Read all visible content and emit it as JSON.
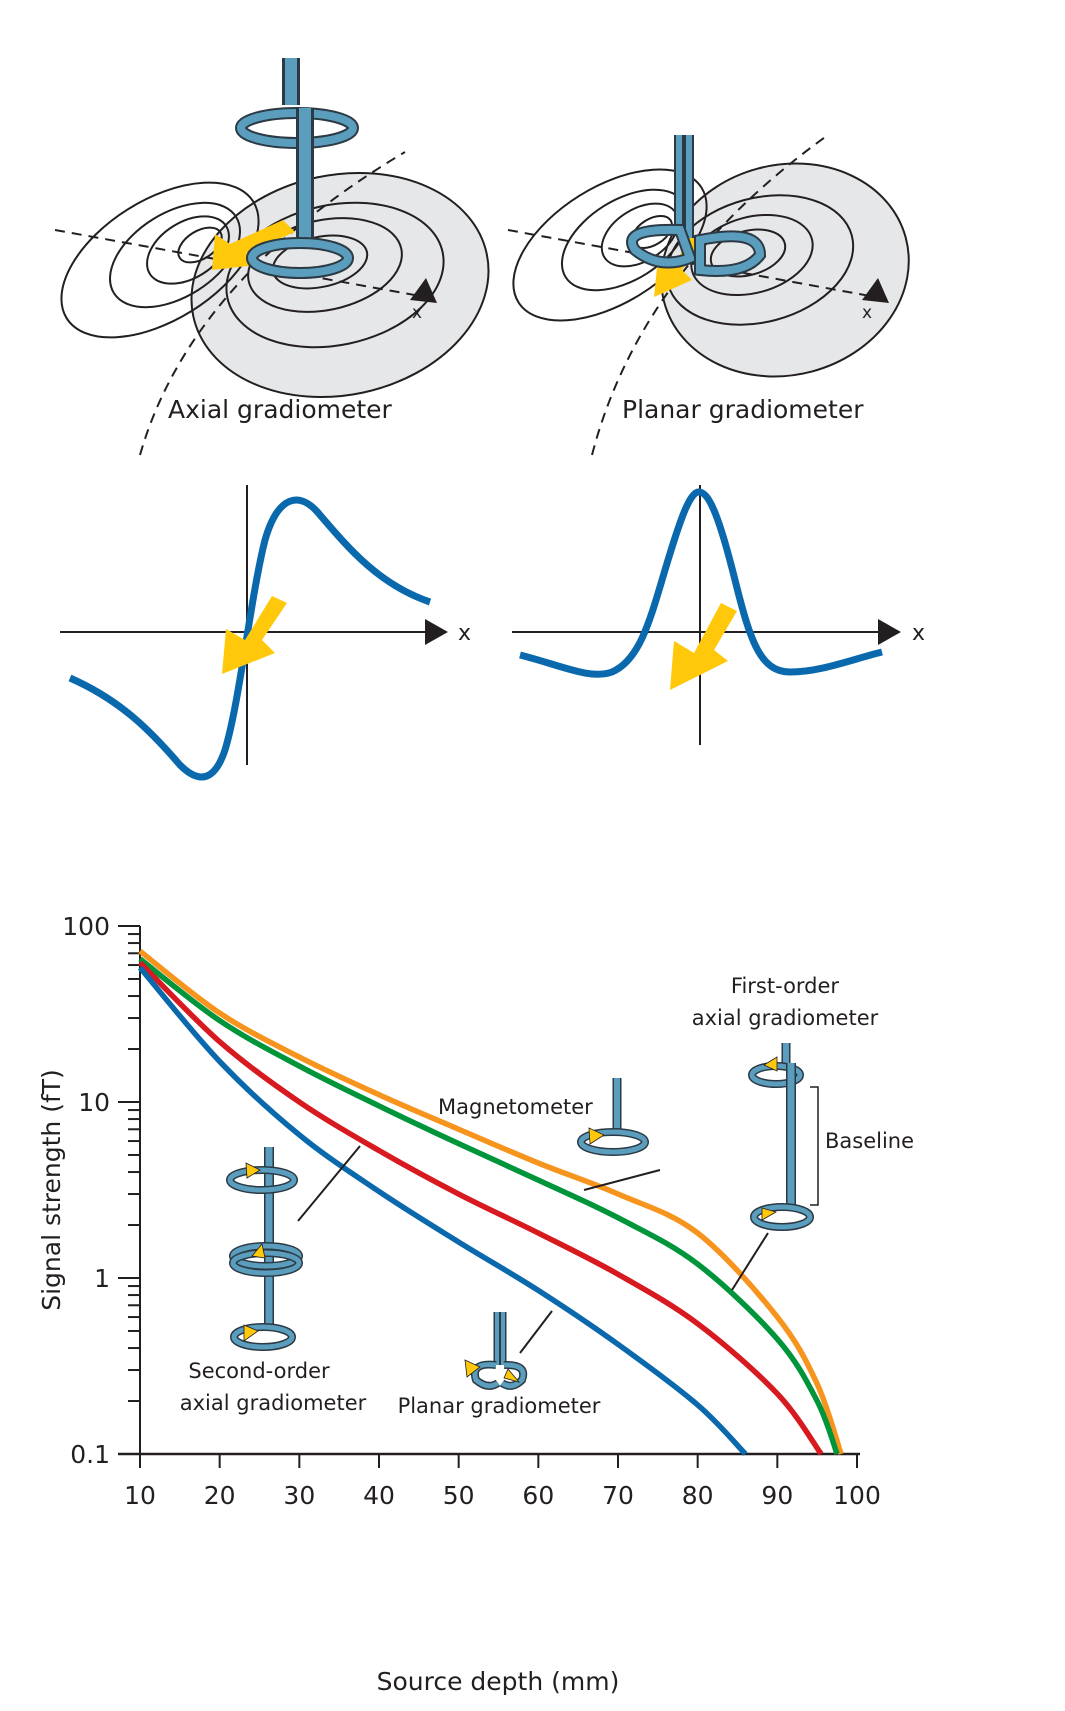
{
  "figure": {
    "top_panels": [
      {
        "id": "axial",
        "caption": "Axial gradiometer",
        "axis_label": "x",
        "profile": "antisymmetric"
      },
      {
        "id": "planar",
        "caption": "Planar gradiometer",
        "axis_label": "x",
        "profile": "peak"
      }
    ],
    "profile_axis_label": "x",
    "colors": {
      "coil": "#5b9dbd",
      "coil_outline": "#2b3a44",
      "current_arrow": "#ffc80a",
      "profile_curve": "#0a68ad",
      "shaded_lobe": "#e6e7e8"
    }
  },
  "chart_data": {
    "type": "line",
    "title": "",
    "xlabel": "Source depth (mm)",
    "ylabel": "Signal strength (fT)",
    "xlim": [
      10,
      100
    ],
    "ylim": [
      0.1,
      100
    ],
    "yscale": "log",
    "grid": false,
    "x_ticks": [
      10,
      20,
      30,
      40,
      50,
      60,
      70,
      80,
      90,
      100
    ],
    "x_tick_labels": [
      "10",
      "20",
      "30",
      "40",
      "50",
      "60",
      "70",
      "80",
      "90",
      "100"
    ],
    "y_ticks": [
      0.1,
      1,
      10,
      100
    ],
    "y_tick_labels": [
      "0.1",
      "1",
      "10",
      "100"
    ],
    "series": [
      {
        "name": "Magnetometer",
        "color": "#f7941d",
        "x": [
          10,
          20,
          30,
          40,
          50,
          60,
          70,
          80,
          90,
          95,
          98
        ],
        "values": [
          72,
          32,
          18,
          11,
          7,
          4.5,
          3,
          1.8,
          0.6,
          0.25,
          0.1
        ]
      },
      {
        "name": "First-order axial gradiometer",
        "color": "#00953a",
        "x": [
          10,
          20,
          30,
          40,
          50,
          60,
          70,
          80,
          90,
          95,
          97.5
        ],
        "values": [
          65,
          29,
          16,
          9.5,
          5.8,
          3.6,
          2.2,
          1.2,
          0.45,
          0.2,
          0.1
        ]
      },
      {
        "name": "Second-order axial gradiometer",
        "color": "#d71920",
        "x": [
          10,
          20,
          30,
          40,
          50,
          60,
          70,
          80,
          90,
          95.5
        ],
        "values": [
          62,
          22,
          10,
          5.3,
          3,
          1.8,
          1.05,
          0.55,
          0.22,
          0.1
        ]
      },
      {
        "name": "Planar gradiometer",
        "color": "#0a68ad",
        "x": [
          10,
          20,
          30,
          40,
          50,
          60,
          70,
          80,
          86
        ],
        "values": [
          58,
          17,
          6.5,
          3.1,
          1.6,
          0.85,
          0.42,
          0.19,
          0.1
        ]
      }
    ],
    "annotations": [
      {
        "text": "Magnetometer",
        "series": "Magnetometer"
      },
      {
        "text_lines": [
          "First-order",
          "axial gradiometer"
        ],
        "series": "First-order axial gradiometer"
      },
      {
        "text": "Baseline",
        "series": "First-order axial gradiometer"
      },
      {
        "text_lines": [
          "Second-order",
          "axial gradiometer"
        ],
        "series": "Second-order axial gradiometer"
      },
      {
        "text": "Planar gradiometer",
        "series": "Planar gradiometer"
      }
    ]
  }
}
